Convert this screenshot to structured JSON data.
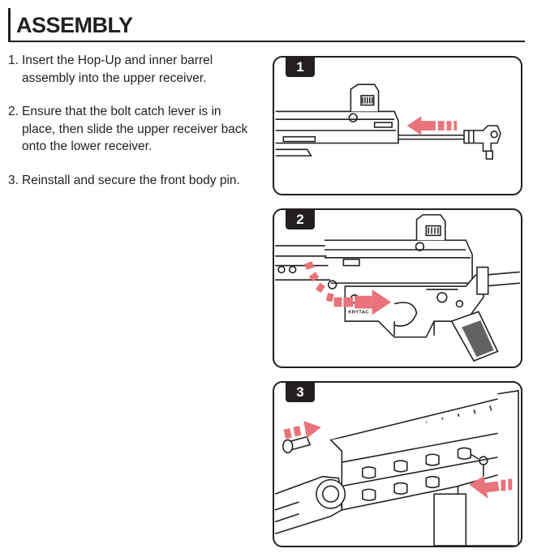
{
  "header": {
    "title": "ASSEMBLY"
  },
  "steps": [
    {
      "number": "1.",
      "text": "Insert the Hop-Up and inner barrel assembly into the upper receiver."
    },
    {
      "number": "2.",
      "text": "Ensure that the bolt catch lever is in place, then slide the upper receiver back onto the lower receiver."
    },
    {
      "number": "3.",
      "text": "Reinstall and secure the front body pin."
    }
  ],
  "panels": [
    {
      "label": "1"
    },
    {
      "label": "2",
      "brand_text": "KRYTAC"
    },
    {
      "label": "3"
    }
  ],
  "colors": {
    "arrow": "#e8737a",
    "ink": "#231f20",
    "background": "#ffffff"
  }
}
